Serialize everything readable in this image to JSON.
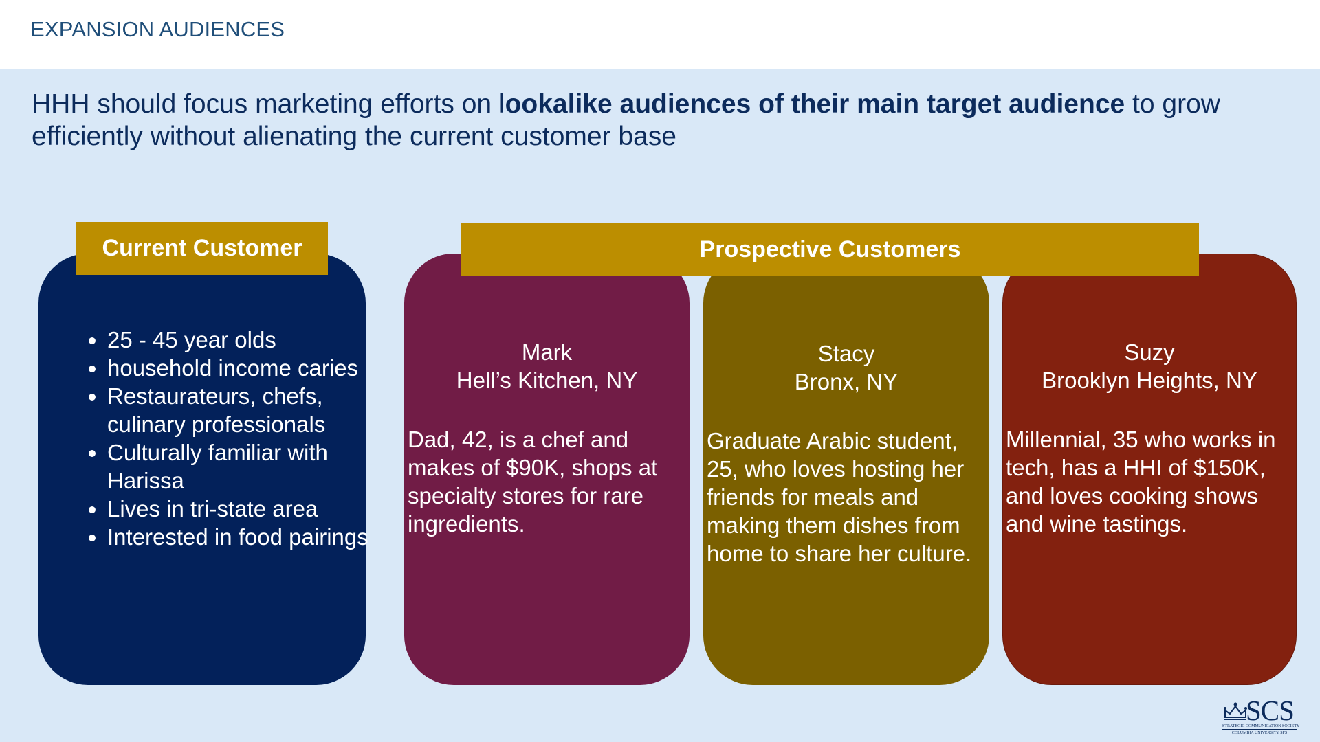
{
  "header": {
    "section_label": "EXPANSION AUDIENCES"
  },
  "headline": {
    "part1": "HHH should focus marketing efforts on l",
    "bold": "ookalike audiences of their main target audience",
    "part2": " to grow efficiently without alienating the current customer base"
  },
  "current": {
    "label": "Current Customer",
    "bullets": [
      "25 - 45 year olds",
      "household income caries",
      "Restaurateurs, chefs, culinary professionals",
      "Culturally familiar with Harissa",
      "Lives in tri-state area",
      "Interested in food pairings"
    ]
  },
  "prospective": {
    "label": "Prospective Customers",
    "personas": [
      {
        "name": "Mark",
        "location": "Hell’s Kitchen, NY",
        "description": "Dad, 42,  is a chef and makes of $90K, shops at specialty stores for rare ingredients."
      },
      {
        "name": "Stacy",
        "location": "Bronx, NY",
        "description": "Graduate Arabic student, 25, who loves hosting her friends for meals and making them dishes from home to share her culture."
      },
      {
        "name": "Suzy",
        "location": "Brooklyn Heights, NY",
        "description": "Millennial, 35 who works in tech, has a HHI of $150K, and loves cooking shows and wine tastings."
      }
    ]
  },
  "logo": {
    "wordmark": "SCS",
    "line1": "STRATEGIC COMMUNICATION SOCIETY",
    "line2": "COLUMBIA UNIVERSITY SPS",
    "icon": "crown-icon"
  },
  "colors": {
    "navy": "#03215a",
    "gold": "#bc8e00",
    "plum": "#711c46",
    "olive": "#7b6000",
    "rust": "#83210f",
    "background": "#d9e8f7"
  }
}
